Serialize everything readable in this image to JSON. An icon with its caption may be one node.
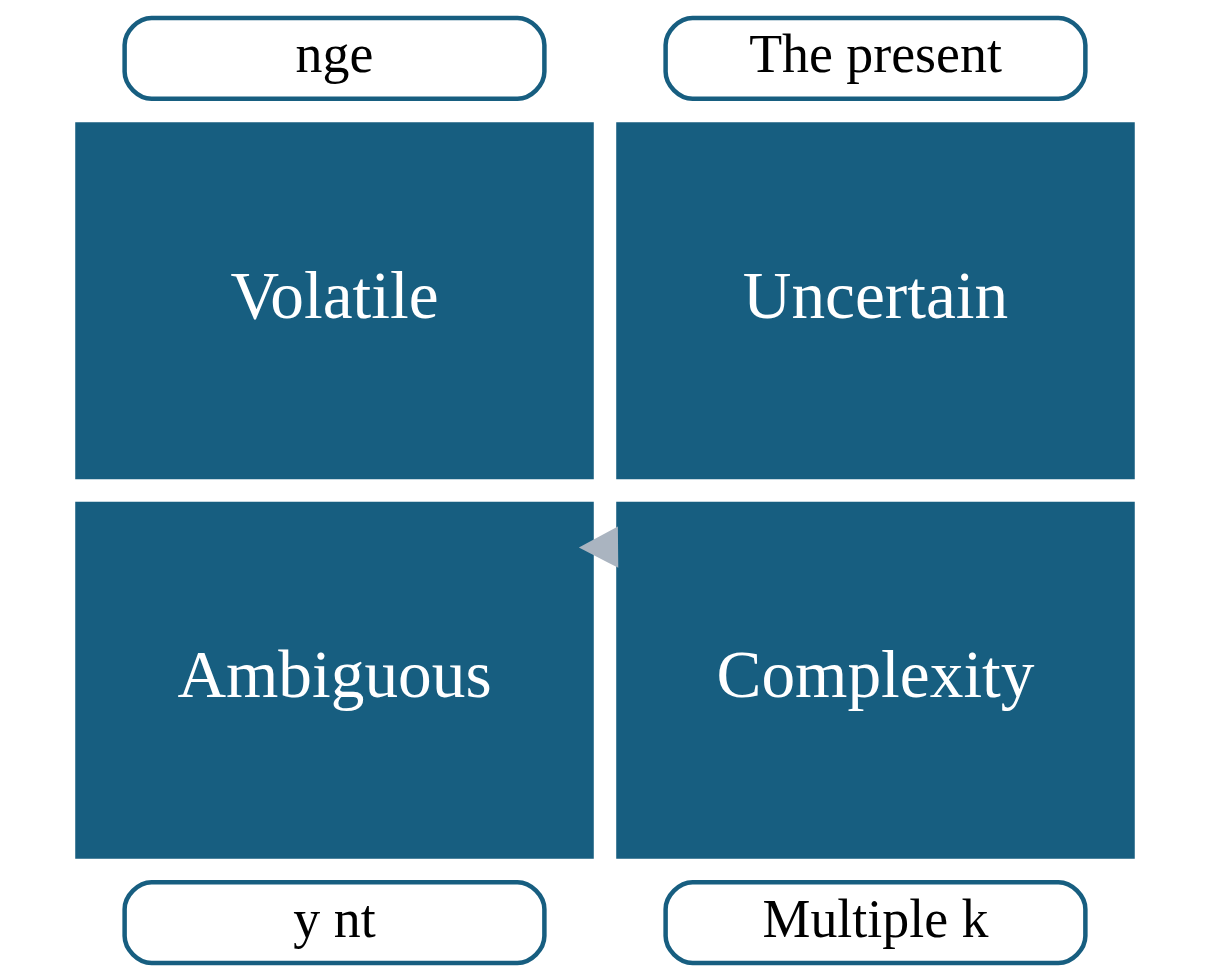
{
  "diagram": {
    "nodes": [
      {
        "text": [
          "nge"
        ]
      },
      {
        "text": [
          "The present"
        ]
      },
      {
        "text": [
          "Volatile"
        ]
      },
      {
        "text": [
          "Uncertain"
        ]
      },
      {
        "text": [
          "Ambiguous"
        ]
      },
      {
        "text": [
          "Complexity"
        ]
      },
      {
        "text": [
          "y nt"
        ]
      },
      {
        "text": [
          "Multiple k"
        ]
      }
    ],
    "edges": [
      {
        "from": 5,
        "to": 4,
        "arrow": "to",
        "style": "thick"
      }
    ]
  }
}
